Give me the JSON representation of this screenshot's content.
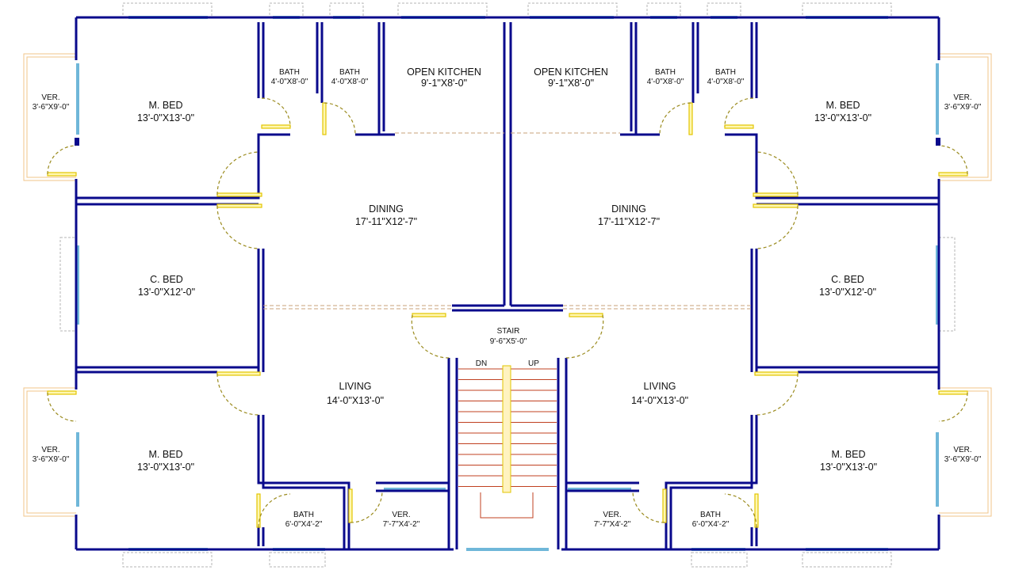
{
  "rooms": {
    "mbed_tl": {
      "name": "M. BED",
      "size": "13'-0\"X13'-0\""
    },
    "mbed_tr": {
      "name": "M. BED",
      "size": "13'-0\"X13'-0\""
    },
    "mbed_bl": {
      "name": "M. BED",
      "size": "13'-0\"X13'-0\""
    },
    "mbed_br": {
      "name": "M. BED",
      "size": "13'-0\"X13'-0\""
    },
    "cbed_l": {
      "name": "C. BED",
      "size": "13'-0\"X12'-0\""
    },
    "cbed_r": {
      "name": "C. BED",
      "size": "13'-0\"X12'-0\""
    },
    "bath_1": {
      "name": "BATH",
      "size": "4'-0\"X8'-0\""
    },
    "bath_2": {
      "name": "BATH",
      "size": "4'-0\"X8'-0\""
    },
    "bath_3": {
      "name": "BATH",
      "size": "4'-0\"X8'-0\""
    },
    "bath_4": {
      "name": "BATH",
      "size": "4'-0\"X8'-0\""
    },
    "bath_bl": {
      "name": "BATH",
      "size": "6'-0\"X4'-2\""
    },
    "bath_br": {
      "name": "BATH",
      "size": "6'-0\"X4'-2\""
    },
    "kitchen_l": {
      "name": "OPEN KITCHEN",
      "size": "9'-1\"X8'-0\""
    },
    "kitchen_r": {
      "name": "OPEN KITCHEN",
      "size": "9'-1\"X8'-0\""
    },
    "dining_l": {
      "name": "DINING",
      "size": "17'-11\"X12'-7\""
    },
    "dining_r": {
      "name": "DINING",
      "size": "17'-11\"X12'-7\""
    },
    "living_l": {
      "name": "LIVING",
      "size": "14'-0\"X13'-0\""
    },
    "living_r": {
      "name": "LIVING",
      "size": "14'-0\"X13'-0\""
    },
    "stair": {
      "name": "STAIR",
      "size": "9'-6\"X5'-0\"",
      "down": "DN",
      "up": "UP"
    },
    "ver_tl": {
      "name": "VER.",
      "size": "3'-6\"X9'-0\""
    },
    "ver_tr": {
      "name": "VER.",
      "size": "3'-6\"X9'-0\""
    },
    "ver_bl": {
      "name": "VER.",
      "size": "3'-6\"X9'-0\""
    },
    "ver_br": {
      "name": "VER.",
      "size": "3'-6\"X9'-0\""
    },
    "ver_bc_l": {
      "name": "VER.",
      "size": "7'-7\"X4'-2\""
    },
    "ver_bc_r": {
      "name": "VER.",
      "size": "7'-7\"X4'-2\""
    }
  },
  "colors": {
    "wall": "#0a0a8c",
    "window": "#6fb7d9",
    "door_leaf": "#e2c500",
    "door_swing": "#9b8b1e",
    "stair_tread": "#c04020",
    "verandah_rail": "#f2c48a",
    "beam": "#c9a27a"
  }
}
